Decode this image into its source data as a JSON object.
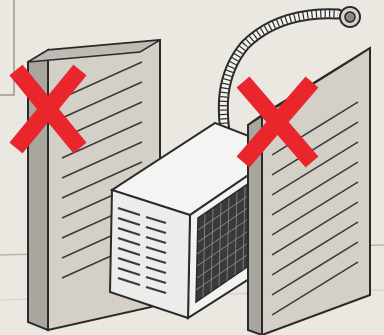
{
  "scene": {
    "description_icon": "air-conditioner-outdoor-unit-icon",
    "marks": [
      {
        "name": "left-panel-prohibited-mark",
        "glyph": "X",
        "color": "#e8262c"
      },
      {
        "name": "right-panel-prohibited-mark",
        "glyph": "X",
        "color": "#e8262c"
      }
    ],
    "colors": {
      "background": "#e9e6df",
      "outline": "#2a2a2a",
      "panel_face": "#d4d0c8",
      "panel_side": "#a9a59f",
      "unit_body": "#f2f2f0",
      "grille": "#3a3a3a",
      "cross": "#e8262c"
    }
  }
}
